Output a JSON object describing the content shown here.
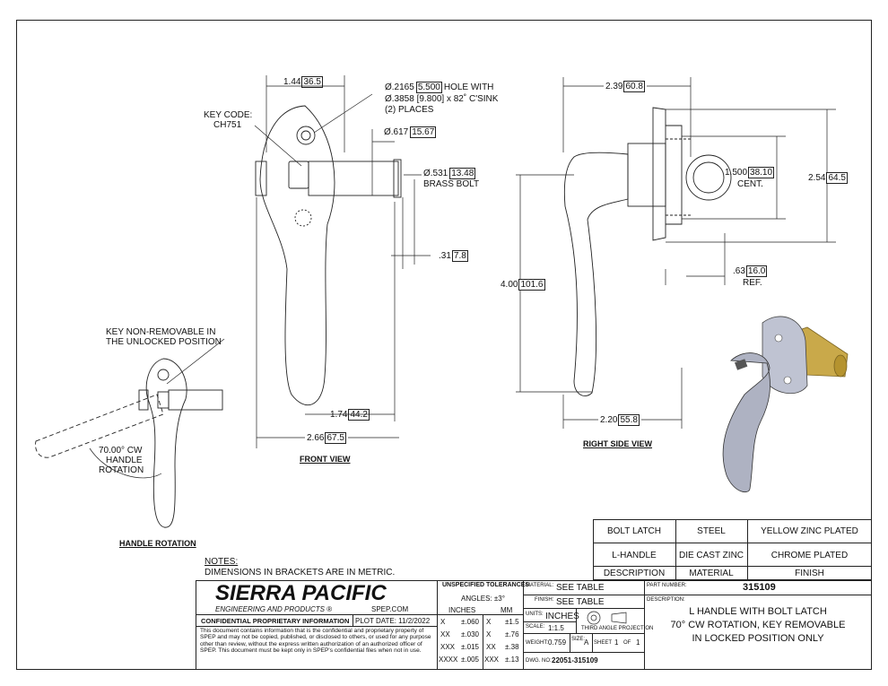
{
  "front_view": {
    "dim_top_width": "1.44",
    "dim_top_width_mm": "36.5",
    "hole_l1_a": ".2165",
    "hole_l1_b": "5.500",
    "hole_l1_c": "HOLE WITH",
    "hole_l2_a": ".3858",
    "hole_l2_b": "9.800",
    "hole_l2_c": "x 82˚ C'SINK",
    "hole_l3": "(2) PLACES",
    "key_code_label": "KEY CODE:",
    "key_code_value": "CH751",
    "bolt_dia": ".617",
    "bolt_dia_mm": "15.67",
    "brass_dia": ".531",
    "brass_dia_mm": "13.48",
    "brass_label": "BRASS BOLT",
    "offset": ".31",
    "offset_mm": "7.8",
    "bolt_len": "1.74",
    "bolt_len_mm": "44.2",
    "overall_width": "2.66",
    "overall_width_mm": "67.5",
    "title": "FRONT VIEW",
    "dia_symbol": "Ø"
  },
  "side_view": {
    "top_width": "2.39",
    "top_width_mm": "60.8",
    "cent_dim": "1.500",
    "cent_dim_mm": "38.10",
    "cent_label": "CENT.",
    "height_right": "2.54",
    "height_right_mm": "64.5",
    "height_left": "4.00",
    "height_left_mm": "101.6",
    "ref_dim": ".63",
    "ref_dim_mm": "16.0",
    "ref_label": "REF.",
    "bottom_width": "2.20",
    "bottom_width_mm": "55.8",
    "title": "RIGHT SIDE VIEW"
  },
  "rotation_view": {
    "key_note_1": "KEY NON-REMOVABLE IN",
    "key_note_2": "THE UNLOCKED POSITION",
    "rot_1": "70.00° CW",
    "rot_2": "HANDLE",
    "rot_3": "ROTATION",
    "title": "HANDLE ROTATION"
  },
  "notes": {
    "heading": "NOTES:",
    "line1": "DIMENSIONS IN BRACKETS ARE IN METRIC."
  },
  "spec_table": {
    "rows": [
      [
        "BOLT LATCH",
        "STEEL",
        "YELLOW ZINC PLATED"
      ],
      [
        "L-HANDLE",
        "DIE CAST ZINC",
        "CHROME PLATED"
      ],
      [
        "DESCRIPTION",
        "MATERIAL",
        "FINISH"
      ]
    ]
  },
  "title_block": {
    "company": "SIERRA PACIFIC",
    "company_sub": "ENGINEERING AND PRODUCTS",
    "registered": "®",
    "website": "SPEP.COM",
    "confidential_heading": "CONFIDENTIAL PROPRIETARY INFORMATION",
    "plot_date_label": "PLOT DATE:",
    "plot_date": "11/2/2022",
    "confidential_text": "This document contains information that is the confidential and proprietary property of SPEP and may not be copied, published, or disclosed to others, or used for any purpose  other than review, without the express written authorization of an authorized officer of SPEP. This document must be kept only in SPEP's confidential files when not in use.",
    "tol_heading": "UNSPECIFIED TOLERANCES",
    "angles": "ANGLES: ±3°",
    "inches_label": "INCHES",
    "mm_label": "MM",
    "tol_rows": [
      [
        "X",
        "±.060",
        "X",
        "±1.5"
      ],
      [
        "XX",
        "±.030",
        "X",
        "±.76"
      ],
      [
        "XXX",
        "±.015",
        "XX",
        "±.38"
      ],
      [
        "XXXX",
        "±.005",
        "XXX",
        "±.13"
      ]
    ],
    "material_label": "MATERIAL:",
    "material": "SEE TABLE",
    "finish_label": "FINISH:",
    "finish": "SEE TABLE",
    "units_label": "UNITS:",
    "units": "INCHES",
    "scale_label": "SCALE:",
    "scale": "1:1.5",
    "projection": "THIRD ANGLE PROJECTION",
    "weight_label": "WEIGHT:",
    "weight": "0.759",
    "size_label": "SIZE:",
    "size": "A",
    "sheet_label": "SHEET",
    "sheet": "1",
    "of_label": "OF",
    "of": "1",
    "dwg_label": "DWG. NO:",
    "dwg": "22051-315109",
    "part_label": "PART NUMBER:",
    "part": "315109",
    "desc_label": "DESCRIPTION:",
    "desc1": "L HANDLE WITH BOLT LATCH",
    "desc2": "70° CW ROTATION, KEY REMOVABLE",
    "desc3": "IN LOCKED POSITION ONLY"
  }
}
